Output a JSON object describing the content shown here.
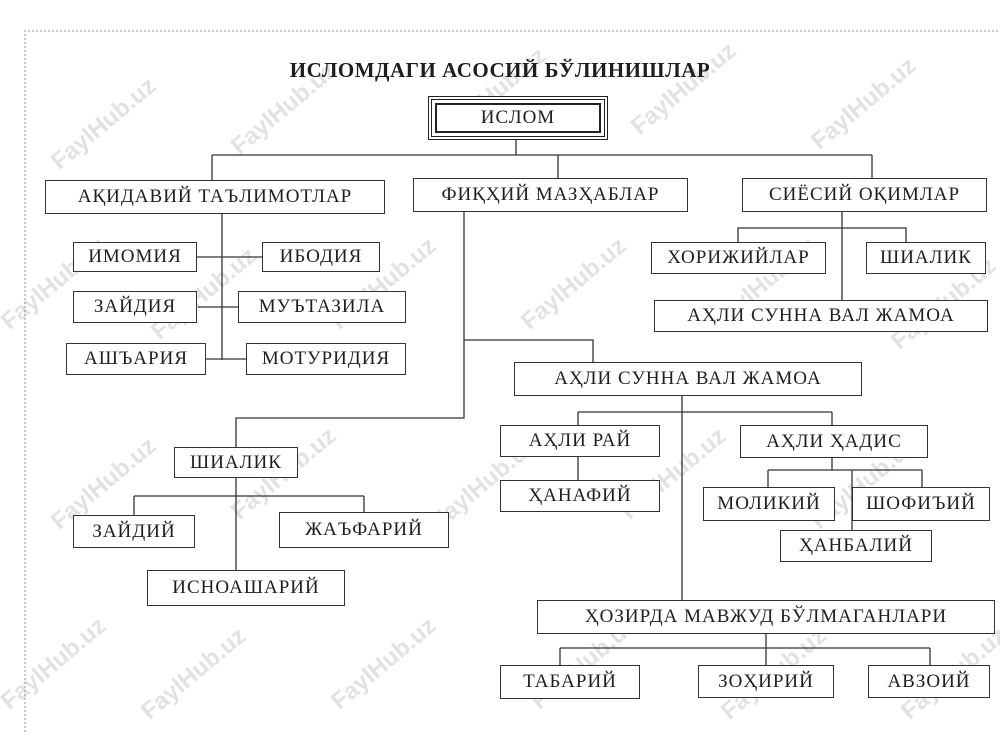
{
  "title": "ИСЛОМДАГИ АСОСИЙ БЎЛИНИШЛАР",
  "watermark": "FaylHub.uz",
  "nodes": {
    "islom": "ИСЛОМ",
    "aqidaviy": "АҚИДАВИЙ ТАЪЛИМОТЛАР",
    "fiqhiy": "ФИҚҲИЙ МАЗҲАБЛАР",
    "siyosiy": "СИЁСИЙ ОҚИМЛАР",
    "imomiya": "ИМОМИЯ",
    "ibodiya": "ИБОДИЯ",
    "zaydiya": "ЗАЙДИЯ",
    "mutazila": "МУЪТАЗИЛА",
    "ashariya": "АШЪАРИЯ",
    "moturidiya": "МОТУРИДИЯ",
    "xorijiylar": "ХОРИЖИЙЛАР",
    "shialik_siyosiy": "ШИАЛИК",
    "ahli_sunna_siyosiy": "АҲЛИ СУННА ВАЛ ЖАМОА",
    "ahli_sunna": "АҲЛИ СУННА ВАЛ ЖАМОА",
    "ahli_ray": "АҲЛИ РАЙ",
    "ahli_hadis": "АҲЛИ ҲАДИС",
    "hanafiy": "ҲАНАФИЙ",
    "molikiy": "МОЛИКИЙ",
    "shofiiy": "ШОФИЪИЙ",
    "hanbaliy": "ҲАНБАЛИЙ",
    "shialik": "ШИАЛИК",
    "zaydiy": "ЗАЙДИЙ",
    "jafariy": "ЖАЪФАРИЙ",
    "isnoashariy": "ИСНОАШАРИЙ",
    "hozirda": "ҲОЗИРДА МАВЖУД БЎЛМАГАНЛАРИ",
    "tabariy": "ТАБАРИЙ",
    "zohiriy": "ЗОҲИРИЙ",
    "avzoiy": "АВЗОИЙ"
  }
}
